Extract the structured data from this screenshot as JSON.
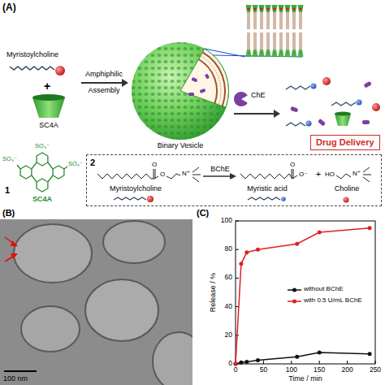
{
  "diagram": {
    "nodes": [
      {
        "text": [
          "Drug Delivery"
        ]
      },
      {
        "text": [
          "2",
          "Myristoylcholine",
          "BChE",
          "Myristic acid",
          "Choline"
        ]
      }
    ],
    "labels": [
      "(A)",
      "Myristoylcholine",
      "+",
      "SC4A",
      "Amphiphilic",
      "Assembly",
      "Binary Vesicle",
      "ChE",
      "1",
      "SC4A",
      "SO₃⁻",
      "SO₃⁻",
      "SO₃⁻",
      "O",
      "O",
      "N⁺",
      "O",
      "O⁻",
      "+",
      "HO",
      "N⁺",
      "(B)",
      "100 nm",
      "(C)",
      "0",
      "20",
      "40",
      "60",
      "80",
      "100",
      "0",
      "50",
      "100",
      "150",
      "200",
      "250",
      "Release / %",
      "Time / min"
    ],
    "legend": [
      {
        "text": "without BChE"
      },
      {
        "text": "with 0.5 U/mL BChE"
      }
    ]
  }
}
